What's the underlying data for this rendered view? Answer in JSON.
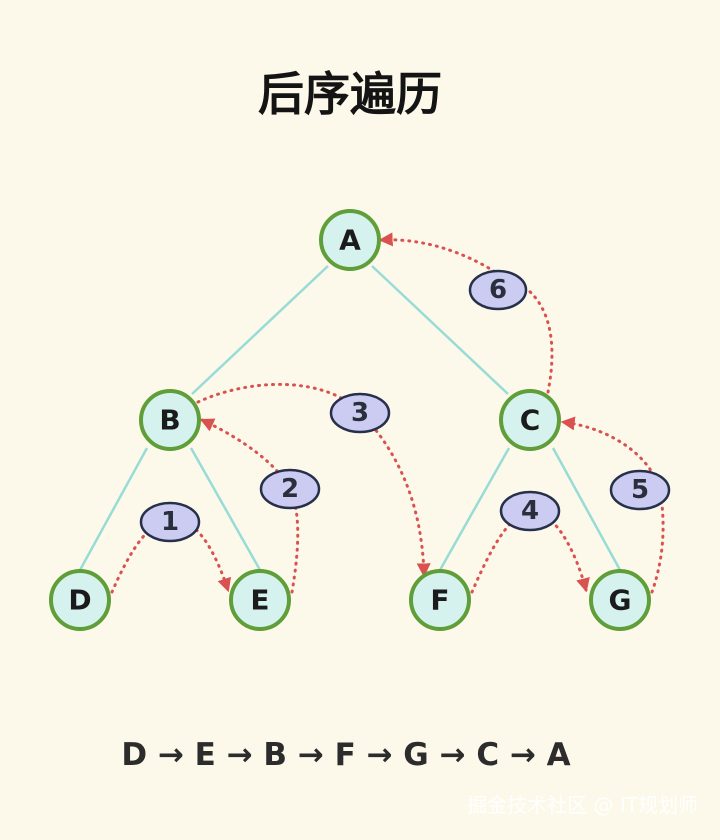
{
  "title": "后序遍历",
  "tree": {
    "nodes": [
      {
        "id": "A",
        "label": "A"
      },
      {
        "id": "B",
        "label": "B"
      },
      {
        "id": "C",
        "label": "C"
      },
      {
        "id": "D",
        "label": "D"
      },
      {
        "id": "E",
        "label": "E"
      },
      {
        "id": "F",
        "label": "F"
      },
      {
        "id": "G",
        "label": "G"
      }
    ],
    "edges": [
      {
        "from": "A",
        "to": "B"
      },
      {
        "from": "A",
        "to": "C"
      },
      {
        "from": "B",
        "to": "D"
      },
      {
        "from": "B",
        "to": "E"
      },
      {
        "from": "C",
        "to": "F"
      },
      {
        "from": "C",
        "to": "G"
      }
    ]
  },
  "traversal_steps": [
    {
      "label": "1",
      "from": "D",
      "to": "E"
    },
    {
      "label": "2",
      "from": "E",
      "to": "B"
    },
    {
      "label": "3",
      "from": "B",
      "to": "F"
    },
    {
      "label": "4",
      "from": "F",
      "to": "G"
    },
    {
      "label": "5",
      "from": "G",
      "to": "C"
    },
    {
      "label": "6",
      "from": "C",
      "to": "A"
    }
  ],
  "sequence": "D → E → B → F → G → C → A",
  "watermark": "掘金技术社区 @ IT规划师",
  "colors": {
    "background": "#fcf8ea",
    "node_fill": "#d6f2ef",
    "node_stroke": "#5f9e38",
    "edge": "#98dcd6",
    "traversal": "#d9524f",
    "step_badge": "#ccccf3"
  }
}
